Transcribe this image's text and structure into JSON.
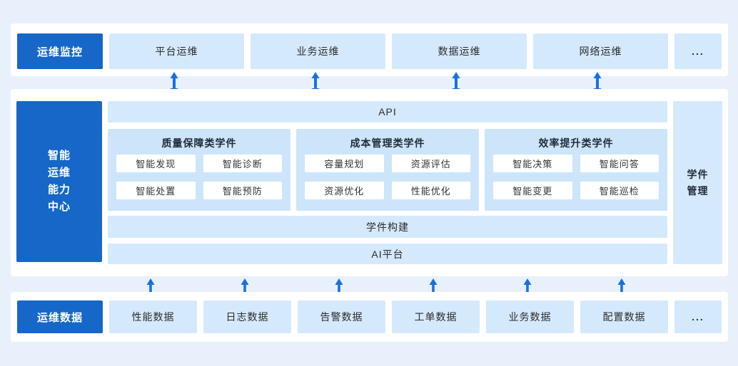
{
  "colors": {
    "accent": "#1667C8",
    "box_fill": "#D5E9FC",
    "panel_fill": "#CDE5FA",
    "arrow": "#1B6FE0",
    "page_bg": "#E8F1FB",
    "text_dark": "#2B2B2B"
  },
  "top": {
    "label": "运维监控",
    "items": [
      "平台运维",
      "业务运维",
      "数据运维",
      "网络运维"
    ],
    "more": "..."
  },
  "middle": {
    "sidebar": [
      "智能",
      "运维",
      "能力",
      "中心"
    ],
    "api": "API",
    "columns": [
      {
        "title": "质量保障类学件",
        "items": [
          "智能发现",
          "智能诊断",
          "智能处置",
          "智能预防"
        ]
      },
      {
        "title": "成本管理类学件",
        "items": [
          "容量规划",
          "资源评估",
          "资源优化",
          "性能优化"
        ]
      },
      {
        "title": "效率提升类学件",
        "items": [
          "智能决策",
          "智能问答",
          "智能变更",
          "智能巡检"
        ]
      }
    ],
    "manage": [
      "学件",
      "管理"
    ],
    "build": "学件构建",
    "ai": "AI平台"
  },
  "bottom": {
    "label": "运维数据",
    "items": [
      "性能数据",
      "日志数据",
      "告警数据",
      "工单数据",
      "业务数据",
      "配置数据"
    ],
    "more": "..."
  }
}
